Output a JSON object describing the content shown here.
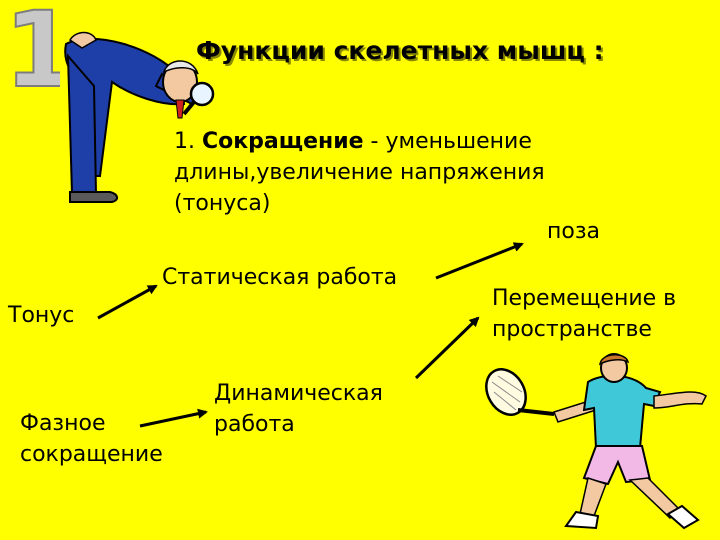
{
  "slide": {
    "number": "1",
    "title": "Функции скелетных мышц :",
    "definition": {
      "prefix": "1. ",
      "term": "Сокращение",
      "text": " - уменьшение длины,увеличение напряжения (тонуса)"
    },
    "labels": {
      "tonus": "Тонус",
      "static_work": "Статическая работа",
      "posture": "поза",
      "phasic_line1": "Фазное",
      "phasic_line2": "сокращение",
      "dynamic_line1": "Динамическая",
      "dynamic_line2": "работа",
      "movement_line1": "Перемещение в",
      "movement_line2": "пространстве"
    }
  },
  "colors": {
    "background": "#FFFF00",
    "numeral": "#C8C8C8",
    "arrow": "#000000"
  },
  "icons": [
    "magnifying-man-illustration",
    "tennis-player-illustration"
  ]
}
